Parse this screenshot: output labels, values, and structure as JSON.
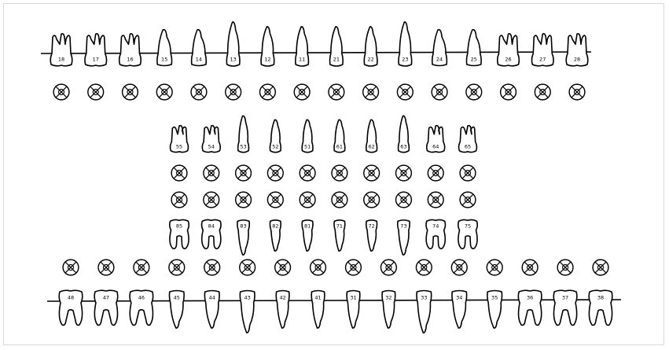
{
  "permanent_upper": [
    "18",
    "17",
    "16",
    "15",
    "14",
    "13",
    "12",
    "11",
    "21",
    "22",
    "23",
    "24",
    "25",
    "26",
    "27",
    "28"
  ],
  "primary_upper": [
    "55",
    "54",
    "53",
    "52",
    "51",
    "61",
    "62",
    "63",
    "64",
    "65"
  ],
  "primary_lower": [
    "85",
    "84",
    "83",
    "82",
    "81",
    "71",
    "72",
    "73",
    "74",
    "75"
  ],
  "permanent_lower": [
    "48",
    "47",
    "46",
    "45",
    "44",
    "43",
    "42",
    "41",
    "31",
    "32",
    "33",
    "34",
    "35",
    "36",
    "37",
    "38"
  ],
  "surface_symbol": "tooth-surface-diagram-icon"
}
